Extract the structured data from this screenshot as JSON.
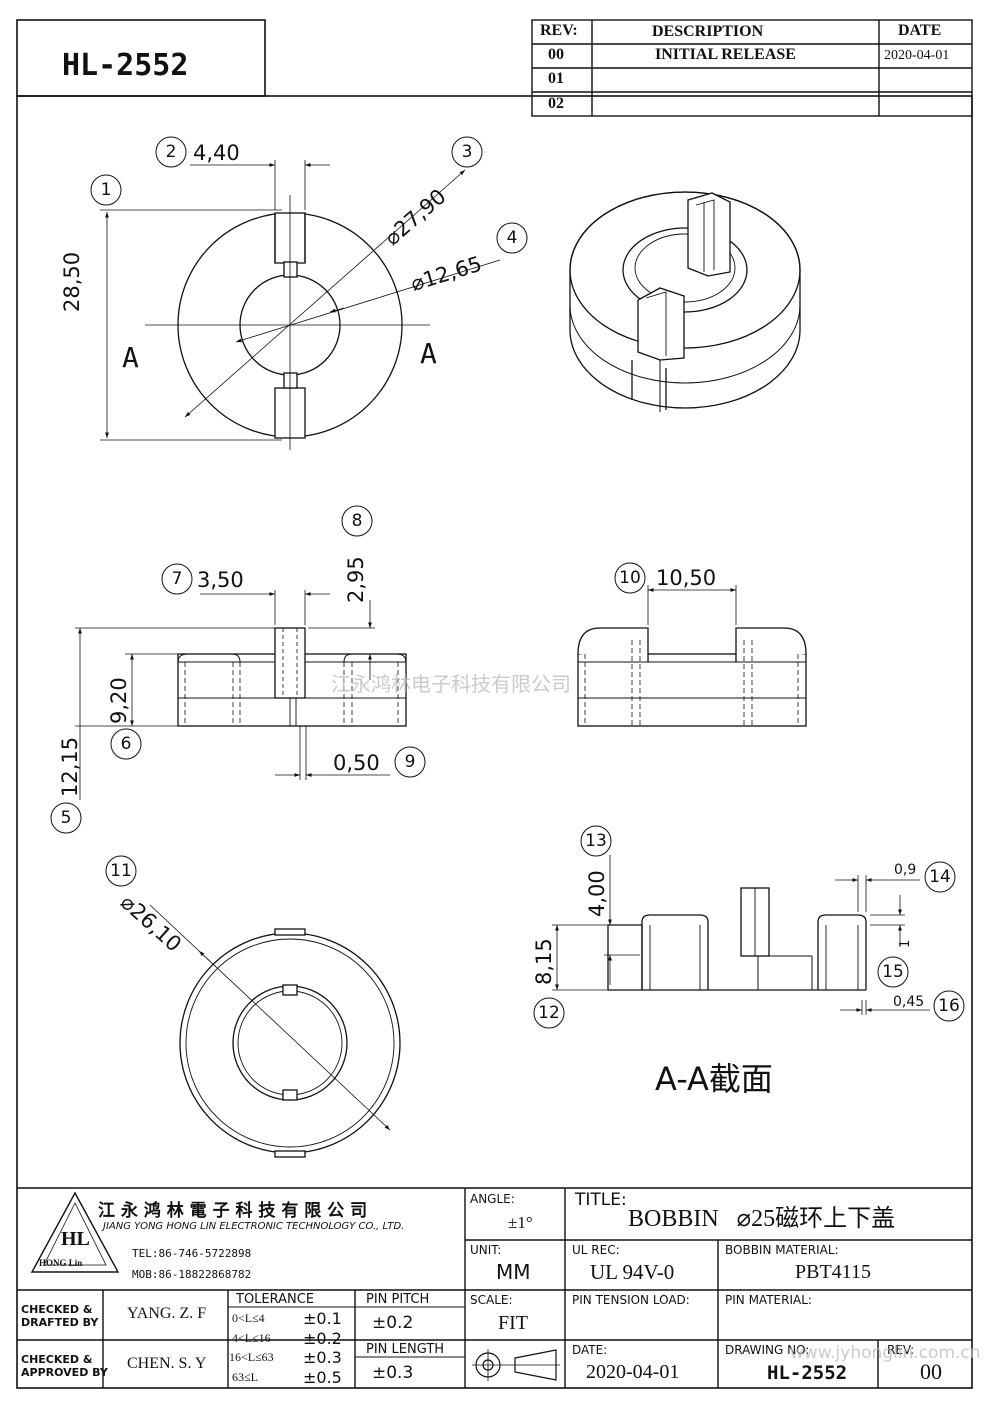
{
  "part_code": "HL-2552",
  "revision_table": {
    "headers": {
      "rev": "REV:",
      "description": "DESCRIPTION",
      "date": "DATE"
    },
    "rows": [
      {
        "rev": "00",
        "description": "INITIAL  RELEASE",
        "date": "2020-04-01"
      },
      {
        "rev": "01",
        "description": "",
        "date": ""
      },
      {
        "rev": "02",
        "description": "",
        "date": ""
      }
    ]
  },
  "dimensions": {
    "d1": "28,50",
    "d2": "4,40",
    "d3": "⌀27,90",
    "d4": "⌀12,65",
    "d5": "12,15",
    "d6": "9,20",
    "d7": "3,50",
    "d8": "2,95",
    "d9": "0,50",
    "d10": "10,50",
    "d11": "⌀26,10",
    "d12": "8,15",
    "d13": "4,00",
    "d14": "0,9",
    "d15": "1",
    "d16": "0,45"
  },
  "balloons": [
    "1",
    "2",
    "3",
    "4",
    "5",
    "6",
    "7",
    "8",
    "9",
    "10",
    "11",
    "12",
    "13",
    "14",
    "15",
    "16"
  ],
  "section_marks": {
    "left": "A",
    "right": "A"
  },
  "section_title": "A-A截面",
  "watermark": "江永鸿林电子科技有限公司",
  "title_block": {
    "company_cn": "江 永 鸿 林 電 子 科 技 有 限 公 司",
    "company_en": "JIANG YONG HONG LIN ELECTRONIC TECHNOLOGY CO., LTD.",
    "logo_text": "HL",
    "logo_sub": "HONG Lin",
    "tel": "TEL:86-746-5722898",
    "mob": "MOB:86-18822868782",
    "angle_label": "ANGLE:",
    "angle_value": "±1°",
    "title_label": "TITLE:",
    "title_value": "BOBBIN   ⌀25磁环上下盖",
    "unit_label": "UNIT:",
    "unit_value": "MM",
    "ul_label": "UL REC:",
    "ul_value": "UL 94V-0",
    "bobbin_material_label": "BOBBIN  MATERIAL:",
    "bobbin_material_value": "PBT4115",
    "checked_drafted_label_1": "CHECKED &",
    "checked_drafted_label_2": "DRAFTED BY",
    "drafted_by": "YANG. Z. F",
    "checked_approved_label_1": "CHECKED &",
    "checked_approved_label_2": "APPROVED BY",
    "approved_by": "CHEN. S. Y",
    "tolerance_label": "TOLERANCE",
    "tolerances": [
      {
        "range": "0<L≤4",
        "value": "±0.1"
      },
      {
        "range": "4<L≤16",
        "value": "±0.2"
      },
      {
        "range": "16<L≤63",
        "value": "±0.3"
      },
      {
        "range": "63≤L",
        "value": "±0.5"
      }
    ],
    "pin_pitch_label": "PIN  PITCH",
    "pin_pitch_value": "±0.2",
    "pin_length_label": "PIN  LENGTH",
    "pin_length_value": "±0.3",
    "scale_label": "SCALE:",
    "scale_value": "FIT",
    "pin_tension_label": "PIN  TENSION  LOAD:",
    "pin_material_label": "PIN  MATERIAL:",
    "date_label": "DATE:",
    "date_value": "2020-04-01",
    "drawing_no_label": "DRAWING  NO:",
    "drawing_no_value": "HL-2552",
    "rev_label": "REV:",
    "rev_value": "00",
    "website": "www.jyhonglin.com.cn"
  }
}
